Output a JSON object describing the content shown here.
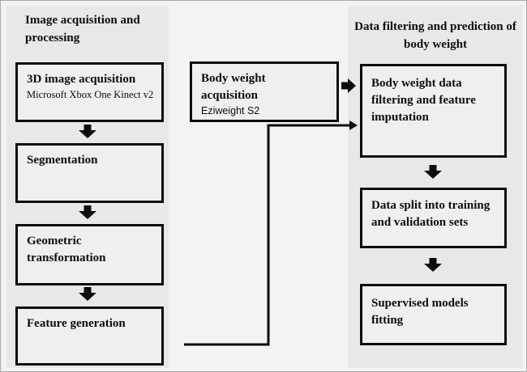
{
  "colors": {
    "page_bg": "#f3f3f3",
    "panel_bg": "#e8e8e8",
    "box_fill": "#efefef",
    "box_border": "#0d0d0d",
    "arrow": "#0d0d0d"
  },
  "left": {
    "heading": "Image acquisition and processing",
    "boxes": [
      {
        "title": "3D image acquisition",
        "subtitle": "Microsoft Xbox One Kinect v2"
      },
      {
        "title": "Segmentation"
      },
      {
        "title": "Geometric transformation"
      },
      {
        "title": "Feature generation"
      }
    ]
  },
  "middle": {
    "box": {
      "title": "Body weight acquisition",
      "subtitle": "Eziweight S2"
    }
  },
  "right": {
    "heading": "Data filtering and prediction of body weight",
    "boxes": [
      {
        "title": "Body weight data filtering and feature imputation"
      },
      {
        "title": "Data split into training and validation sets"
      },
      {
        "title": "Supervised models fitting"
      }
    ]
  }
}
